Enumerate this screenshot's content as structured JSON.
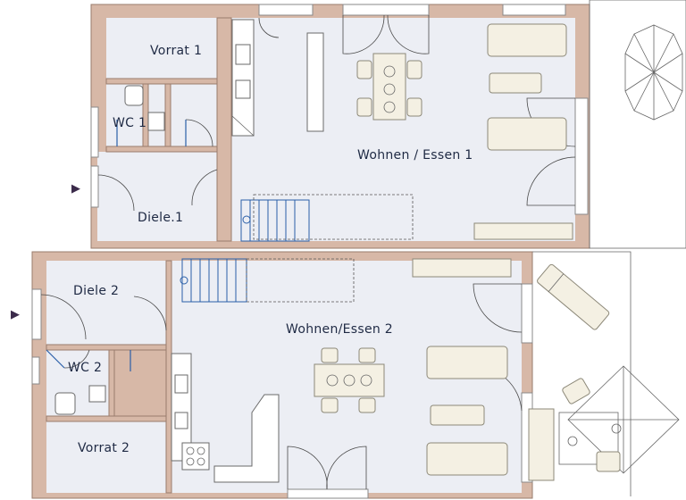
{
  "rooms": {
    "vorrat1": "Vorrat 1",
    "wc1": "WC 1",
    "diele1": "Diele.1",
    "wohnen1": "Wohnen / Essen 1",
    "diele2": "Diele 2",
    "wc2": "WC 2",
    "wohnen2": "Wohnen/Essen 2",
    "vorrat2": "Vorrat 2"
  },
  "markers": {
    "entrance_arrow": "▶"
  },
  "colors": {
    "wall": "#d7b8a7",
    "floor": "#eceef4",
    "furniture": "#f4f0e3",
    "door_leaf": "#2a5fa8",
    "label": "#1f2a44"
  },
  "icons": [
    "entrance-arrow-icon",
    "parasol-icon",
    "stair-icon",
    "toilet-icon",
    "sink-icon",
    "sofa-icon",
    "dining-table-icon",
    "armchair-icon",
    "sun-lounger-icon"
  ]
}
